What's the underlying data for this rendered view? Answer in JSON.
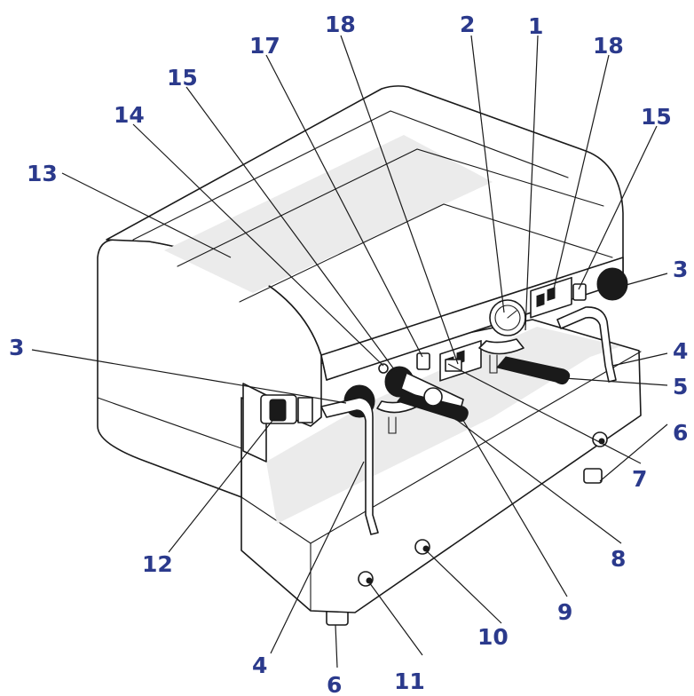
{
  "diagram": {
    "callouts": [
      {
        "id": "c-1",
        "label": "1"
      },
      {
        "id": "c-2",
        "label": "2"
      },
      {
        "id": "c-3-right",
        "label": "3"
      },
      {
        "id": "c-3-left",
        "label": "3"
      },
      {
        "id": "c-4-right",
        "label": "4"
      },
      {
        "id": "c-4-bottom",
        "label": "4"
      },
      {
        "id": "c-5",
        "label": "5"
      },
      {
        "id": "c-6-right",
        "label": "6"
      },
      {
        "id": "c-6-bottom",
        "label": "6"
      },
      {
        "id": "c-7",
        "label": "7"
      },
      {
        "id": "c-8",
        "label": "8"
      },
      {
        "id": "c-9",
        "label": "9"
      },
      {
        "id": "c-10",
        "label": "10"
      },
      {
        "id": "c-11",
        "label": "11"
      },
      {
        "id": "c-12",
        "label": "12"
      },
      {
        "id": "c-13",
        "label": "13"
      },
      {
        "id": "c-14",
        "label": "14"
      },
      {
        "id": "c-15-left",
        "label": "15"
      },
      {
        "id": "c-15-right",
        "label": "15"
      },
      {
        "id": "c-17",
        "label": "17"
      },
      {
        "id": "c-18-left",
        "label": "18"
      },
      {
        "id": "c-18-right",
        "label": "18"
      }
    ]
  },
  "colors": {
    "callout_text": "#2b3a8c",
    "line": "#1a1a1a",
    "panel_fill": "#ebebeb"
  }
}
